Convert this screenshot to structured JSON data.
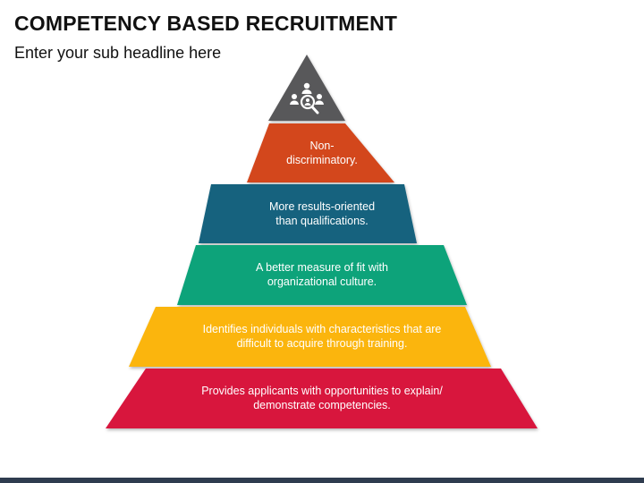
{
  "header": {
    "title": "COMPETENCY BASED RECRUITMENT",
    "subtitle": "Enter your sub headline here"
  },
  "pyramid": {
    "apex": {
      "icon": "recruitment-search-icon",
      "color": "#58585a"
    },
    "tiers": [
      {
        "lines": [
          "Non-",
          "discriminatory."
        ],
        "color": "#d3461f"
      },
      {
        "lines": [
          "More results-oriented",
          "than qualifications."
        ],
        "color": "#12627e"
      },
      {
        "lines": [
          "A better measure of fit with",
          "organizational culture."
        ],
        "color": "#0ba37a"
      },
      {
        "lines": [
          "Identifies individuals with characteristics that are",
          "difficult to acquire through training."
        ],
        "color": "#fbb50f"
      },
      {
        "lines": [
          "Provides applicants with opportunities to explain/",
          "demonstrate competencies."
        ],
        "color": "#d8123d"
      }
    ]
  },
  "footer": {
    "bar_color": "#2f3c4f"
  }
}
